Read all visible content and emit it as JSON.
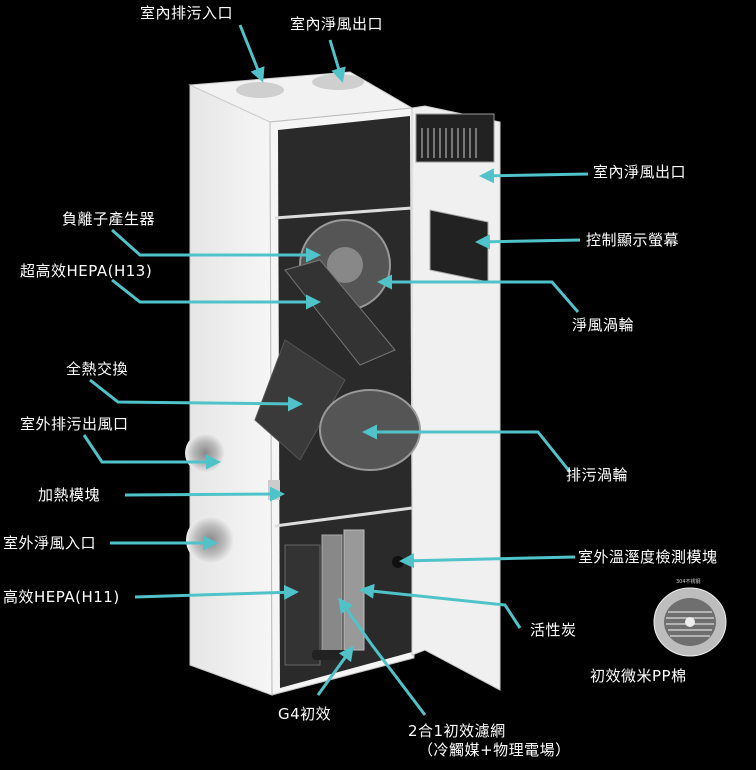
{
  "labels": {
    "indoor_exhaust_inlet": "室內排污入口",
    "indoor_fresh_outlet_top": "室內淨風出口",
    "indoor_fresh_outlet_right": "室內淨風出口",
    "control_display": "控制顯示螢幕",
    "anion_generator": "負離子產生器",
    "hepa_h13": "超高效HEPA(H13)",
    "fresh_turbine": "淨風渦輪",
    "heat_exchange": "全熱交換",
    "outdoor_exhaust_outlet": "室外排污出風口",
    "exhaust_turbine": "排污渦輪",
    "heating_module": "加熱模塊",
    "outdoor_fresh_inlet": "室外淨風入口",
    "humidity_module": "室外溫溼度檢測模塊",
    "hepa_h11": "高效HEPA(H11)",
    "activated_carbon": "活性炭",
    "pp_cotton": "初效微米PP棉",
    "g4_filter": "G4初效",
    "two_in_one_filter": "2合1初效濾網",
    "two_in_one_note": "（冷觸媒+物理電場）"
  },
  "product_tag": "304不锈钢",
  "colors": {
    "background": "#000000",
    "arrow": "#4fc3c9",
    "label": "#ffffff",
    "cabinet": "#eeeeee"
  }
}
